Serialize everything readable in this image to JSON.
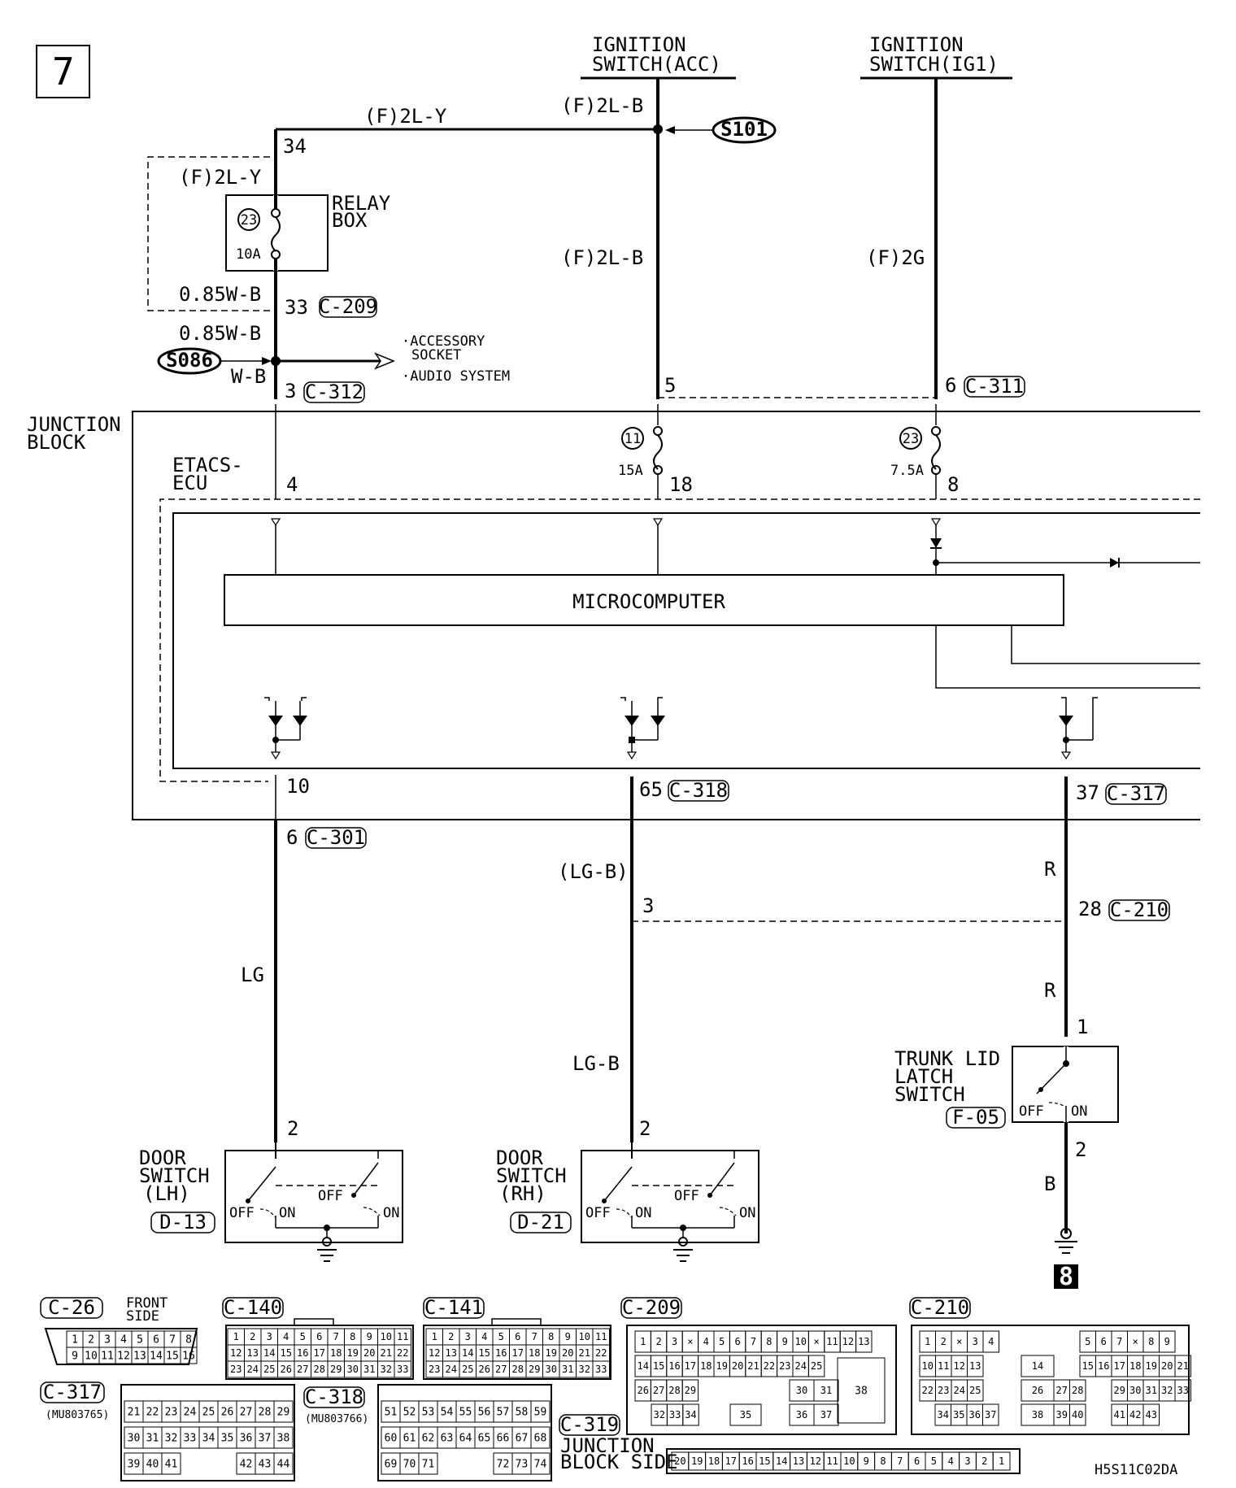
{
  "page": {
    "number": "7",
    "next": "8",
    "code": "H5S11C02DA"
  },
  "top": {
    "ign_acc": [
      "IGNITION",
      "SWITCH(ACC)"
    ],
    "ign_ig1": [
      "IGNITION",
      "SWITCH(IG1)"
    ],
    "w_2ly": "(F)2L-Y",
    "w_2ly_b": "(F)2L-Y",
    "w_2lb": "(F)2L-B",
    "w_2lb_b": "(F)2L-B",
    "w_2g": "(F)2G",
    "splice_s101": "S101",
    "splice_s086": "S086",
    "relay": [
      "RELAY",
      "BOX"
    ],
    "fuse23": "23",
    "amp10": "10A",
    "pin34": "34",
    "pin33": "33",
    "c209": "C-209",
    "w085a": "0.85W-B",
    "w085b": "0.85W-B",
    "wwb": "W-B",
    "acc1": "·ACCESSORY",
    "acc2": "SOCKET",
    "acc3": "·AUDIO SYSTEM",
    "pin3": "3",
    "c312": "C-312",
    "pin5": "5",
    "pin6": "6",
    "c311": "C-311"
  },
  "jb": {
    "label": [
      "JUNCTION",
      "BLOCK"
    ],
    "etacs": [
      "ETACS-",
      "ECU"
    ],
    "fuse11": "11",
    "amp15": "15A",
    "fuse23b": "23",
    "amp75": "7.5A",
    "pin4": "4",
    "pin18": "18",
    "pin8": "8",
    "micro": "MICROCOMPUTER",
    "pin10": "10",
    "pin65": "65",
    "c318": "C-318",
    "pin37": "37",
    "c317": "C-317"
  },
  "lower": {
    "pin6b": "6",
    "c301": "C-301",
    "wlg": "LG",
    "wlgb_p": "(LG-B)",
    "wlgb": "LG-B",
    "pin3b": "3",
    "wr1": "R",
    "wr2": "R",
    "pin28": "28",
    "c210": "C-210",
    "pin1": "1",
    "trunk": [
      "TRUNK LID",
      "LATCH",
      "SWITCH"
    ],
    "f05": "F-05",
    "pin2t": "2",
    "wb": "B",
    "off": "OFF",
    "on": "ON",
    "door_lh": [
      "DOOR",
      "SWITCH",
      "(LH)"
    ],
    "d13": "D-13",
    "door_rh": [
      "DOOR",
      "SWITCH",
      "(RH)"
    ],
    "d21": "D-21",
    "pin2": "2"
  },
  "connectors": {
    "c26": "C-26",
    "front": [
      "FRONT",
      "SIDE"
    ],
    "c140": "C-140",
    "c141": "C-141",
    "c209b": "C-209",
    "c210b": "C-210",
    "c317b": "C-317",
    "mu765": "(MU803765)",
    "c318b": "C-318",
    "mu766": "(MU803766)",
    "c319": "C-319",
    "jbside": [
      "JUNCTION",
      "BLOCK SIDE"
    ],
    "c26_r1": [
      "1",
      "2",
      "3",
      "4",
      "5",
      "6",
      "7",
      "8"
    ],
    "c26_r2": [
      "9",
      "10",
      "11",
      "12",
      "13",
      "14",
      "15",
      "16"
    ],
    "c140_r1": [
      "1",
      "2",
      "3",
      "4",
      "5",
      "6",
      "7",
      "8",
      "9",
      "10",
      "11"
    ],
    "c140_r2": [
      "12",
      "13",
      "14",
      "15",
      "16",
      "17",
      "18",
      "19",
      "20",
      "21",
      "22"
    ],
    "c140_r3": [
      "23",
      "24",
      "25",
      "26",
      "27",
      "28",
      "29",
      "30",
      "31",
      "32",
      "33"
    ],
    "c209_r1": [
      "1",
      "2",
      "3",
      "×",
      "4",
      "5",
      "6",
      "7",
      "8",
      "9",
      "10",
      "×",
      "11",
      "12",
      "13"
    ],
    "c209_r2": [
      "14",
      "15",
      "16",
      "17",
      "18",
      "19",
      "20",
      "21",
      "22",
      "23",
      "24",
      "25"
    ],
    "c209_r3": [
      "26",
      "27",
      "28",
      "29",
      "30",
      "31"
    ],
    "c209_r4": [
      "32",
      "33",
      "34",
      "35",
      "36",
      "37"
    ],
    "c209_big": "38",
    "c210_r1": [
      "1",
      "2",
      "×",
      "3",
      "4",
      "5",
      "6",
      "7",
      "×",
      "8",
      "9"
    ],
    "c210_r2": [
      "10",
      "11",
      "12",
      "13",
      "14",
      "15",
      "16",
      "17",
      "18",
      "19",
      "20",
      "21"
    ],
    "c210_r3": [
      "22",
      "23",
      "24",
      "25",
      "26",
      "27",
      "28",
      "29",
      "30",
      "31",
      "32",
      "33"
    ],
    "c210_r4": [
      "34",
      "35",
      "36",
      "37",
      "38",
      "39",
      "40",
      "41",
      "42",
      "43"
    ],
    "c317_r1": [
      "21",
      "22",
      "23",
      "24",
      "25",
      "26",
      "27",
      "28",
      "29"
    ],
    "c317_r2": [
      "30",
      "31",
      "32",
      "33",
      "34",
      "35",
      "36",
      "37",
      "38"
    ],
    "c317_r3": [
      "39",
      "40",
      "41",
      "42",
      "43",
      "44"
    ],
    "c318_r1": [
      "51",
      "52",
      "53",
      "54",
      "55",
      "56",
      "57",
      "58",
      "59"
    ],
    "c318_r2": [
      "60",
      "61",
      "62",
      "63",
      "64",
      "65",
      "66",
      "67",
      "68"
    ],
    "c318_r3": [
      "69",
      "70",
      "71",
      "72",
      "73",
      "74"
    ],
    "c319_pins": [
      "20",
      "19",
      "18",
      "17",
      "16",
      "15",
      "14",
      "13",
      "12",
      "11",
      "10",
      "9",
      "8",
      "7",
      "6",
      "5",
      "4",
      "3",
      "2",
      "1"
    ]
  }
}
